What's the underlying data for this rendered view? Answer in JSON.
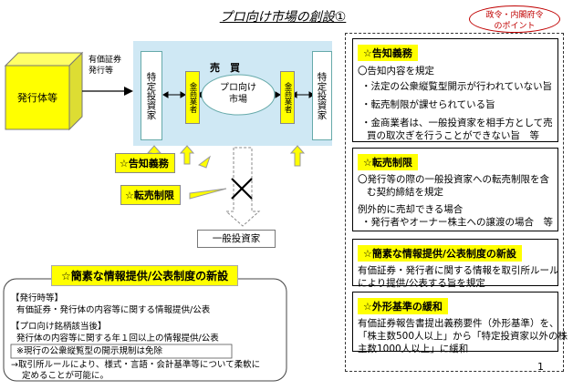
{
  "title": "プロ向け市場の創設①",
  "note": {
    "line1": "政令・内閣府令",
    "line2": "のポイント"
  },
  "page_number": "1",
  "diagram": {
    "issuer": "発行体等",
    "securities_line1": "有価証券",
    "securities_line2": "発行等",
    "trade": "売　買",
    "pro_investor_left": "特定投資家",
    "pro_investor_right": "特定投資家",
    "dealer_left": "金商業者",
    "dealer_right": "金商業者",
    "market_line1": "プロ向け",
    "market_line2": "市場",
    "callout_notice": "☆告知義務",
    "callout_resale": "☆転売制限",
    "general_investor": "一般投資家"
  },
  "bottom_box": {
    "heading": "☆簡素な情報提供/公表制度の新設",
    "issue_head": "【発行時等】",
    "issue_body": "有価証券・発行体の内容等に関する情報提供/公表",
    "listing_head": "【プロ向け銘柄該当後】",
    "listing_body": "発行体の内容等に関する年１回以上の情報提供/公表",
    "exempt": "※現行の公衆縦覧型の開示規制は免除",
    "flex_line1": "→取引所ルールにより、様式・言語・会計基準等について柔軟に",
    "flex_line2": "定めることが可能に。"
  },
  "right_panel": {
    "s1": {
      "heading": "☆告知義務",
      "l1": "〇告知内容を規定",
      "l2": "・法定の公衆縦覧型開示が行われていない旨",
      "l3": "・転売制限が課せられている旨",
      "l4": "・金商業者は、一般投資家を相手方として売",
      "l5": "買の取次ぎを行うことができない旨　等"
    },
    "s2": {
      "heading": "☆転売制限",
      "l1": "〇発行等の際の一般投資家への転売制限を含",
      "l2": "む契約締結を規定",
      "l3": "例外的に売却できる場合",
      "l4": "・発行者やオーナー株主への譲渡の場合　等"
    },
    "s3": {
      "heading": "☆簡素な情報提供/公表制度の新設",
      "l1": "有価証券・発行者に関する情報を取引所ルール",
      "l2": "により提供/公表する旨を規定"
    },
    "s4": {
      "heading": "☆外形基準の緩和",
      "l1": "有価証券報告書提出義務要件（外形基準）を、",
      "l2": "「株主数500人以上」から「特定投資家以外の株",
      "l3": "主数1000人以上」に緩和"
    }
  }
}
